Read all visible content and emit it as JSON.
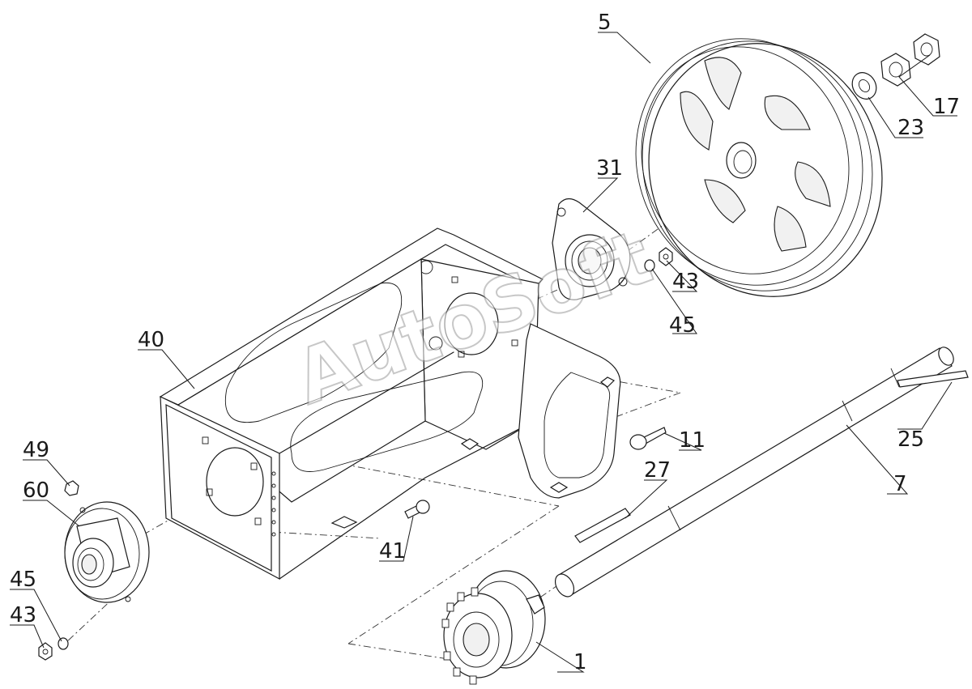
{
  "watermark": "AutoSoft",
  "part_labels": {
    "p1": "1",
    "p5": "5",
    "p7": "7",
    "p11": "11",
    "p17": "17",
    "p23": "23",
    "p25": "25",
    "p27": "27",
    "p31": "31",
    "p40": "40",
    "p41": "41",
    "p43a": "43",
    "p45a": "45",
    "p43b": "43",
    "p45b": "45",
    "p49": "49",
    "p60": "60"
  }
}
